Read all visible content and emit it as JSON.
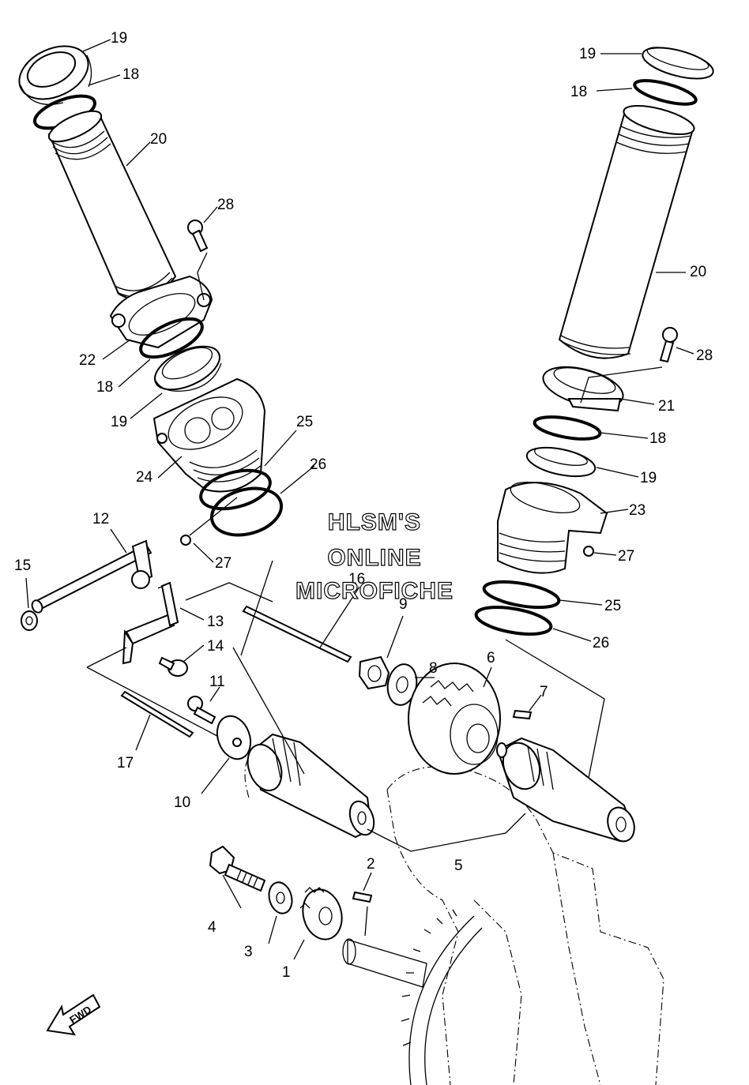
{
  "diagram": {
    "callouts": {
      "c1": "1",
      "c2": "2",
      "c3": "3",
      "c4": "4",
      "c5": "5",
      "c6": "6",
      "c7": "7",
      "c8": "8",
      "c9": "9",
      "c10": "10",
      "c11": "11",
      "c12": "12",
      "c13": "13",
      "c14": "14",
      "c15": "15",
      "c16": "16",
      "c17": "17",
      "c18a": "18",
      "c18b": "18",
      "c18c": "18",
      "c18d": "18",
      "c19a": "19",
      "c19b": "19",
      "c19c": "19",
      "c19d": "19",
      "c20a": "20",
      "c20b": "20",
      "c21": "21",
      "c22": "22",
      "c23": "23",
      "c24": "24",
      "c25a": "25",
      "c25b": "25",
      "c26a": "26",
      "c26b": "26",
      "c27a": "27",
      "c27b": "27",
      "c28a": "28",
      "c28b": "28"
    },
    "watermark": {
      "line1": "HLSM'S",
      "line2": "ONLINE",
      "line3": "MICROFICHE"
    },
    "fwd_label": "FWD"
  }
}
